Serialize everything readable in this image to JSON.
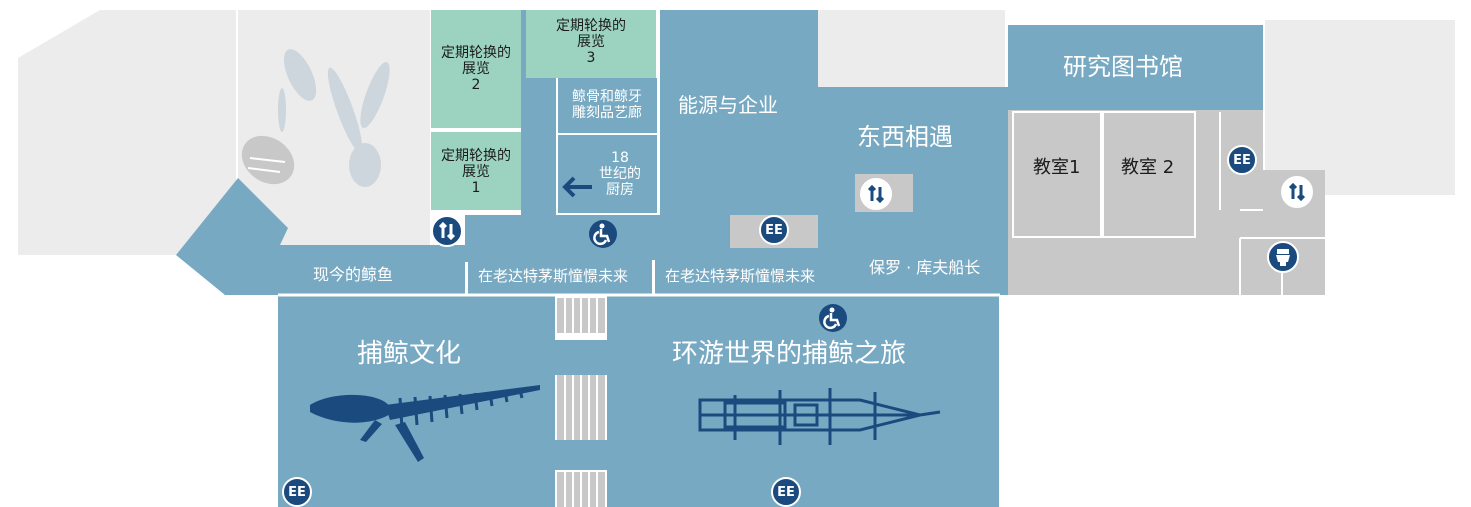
{
  "colors": {
    "exhibit_blue": "#78a9c2",
    "light_blue": "#a8c8d8",
    "teal_gallery": "#9bd3c0",
    "gray_room": "#c8c8c8",
    "light_gray": "#ececec",
    "dark_icon": "#1a4a7e"
  },
  "rooms": {
    "rotating_1": "定期轮换的\n展览\n1",
    "rotating_2": "定期轮换的\n展览\n2",
    "rotating_3": "定期轮换的\n展览\n3",
    "scrimshaw": "鲸骨和鲸牙\n雕刻品艺廊",
    "kitchen": "18\n世纪的\n厨房",
    "energy": "能源与企业",
    "east_meets_west": "东西相遇",
    "research_library": "研究图书馆",
    "classroom_1": "教室1",
    "classroom_2": "教室 2",
    "whales_today": "现今的鲸鱼",
    "longing_1": "在老达特茅斯憧憬未来",
    "longing_2": "在老达特茅斯憧憬未来",
    "captain_paul_cuffe": "保罗 · 库夫船长",
    "whaling_culture": "捕鲸文化",
    "whaling_voyage": "环游世界的捕鲸之旅"
  },
  "icons": {
    "exit": "EE",
    "elevator": "elevator-icon",
    "accessible": "wheelchair-icon",
    "restroom": "restroom-icon",
    "arrow": "arrow-left-icon"
  }
}
